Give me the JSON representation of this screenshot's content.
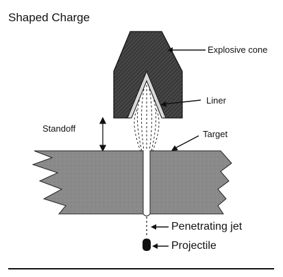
{
  "title": "Shaped Charge",
  "labels": {
    "explosive_cone": "Explosive cone",
    "liner": "Liner",
    "standoff": "Standoff",
    "target": "Target",
    "penetrating_jet": "Penetrating jet",
    "projectile": "Projectile"
  }
}
